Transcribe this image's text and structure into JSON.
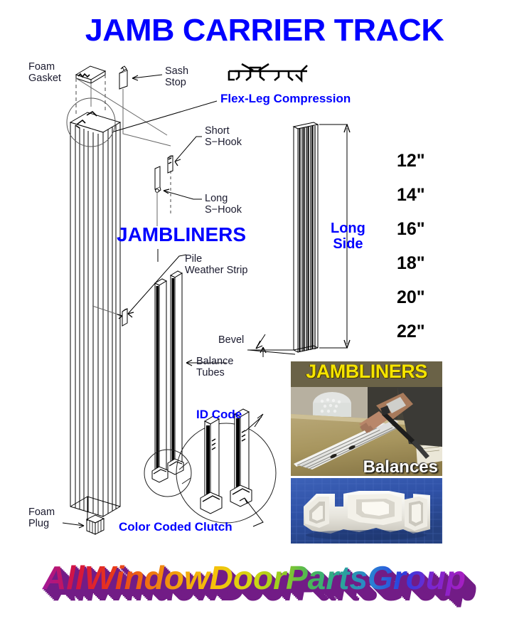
{
  "page": {
    "title": "JAMB CARRIER TRACK",
    "bg_color": "#ffffff",
    "accent_blue": "#0000ff"
  },
  "diagram": {
    "section_heading": "JAMBLINERS",
    "labels": {
      "foam_gasket": "Foam\nGasket",
      "sash_stop": "Sash\nStop",
      "flex_leg": "Flex-Leg Compression",
      "short_s_hook": "Short\nS−Hook",
      "long_s_hook": "Long\nS−Hook",
      "pile_weather_strip": "Pile\nWeather Strip",
      "balance_tubes": "Balance\nTubes",
      "bevel": "Bevel",
      "id_code": "ID Code",
      "color_coded_clutch": "Color Coded Clutch",
      "foam_plug": "Foam\nPlug",
      "long_side": "Long\nSide"
    }
  },
  "sizes": {
    "heading": "",
    "values": [
      "12\"",
      "14\"",
      "16\"",
      "18\"",
      "20\"",
      "22\""
    ]
  },
  "photos": {
    "jambliners": {
      "caption_top": "JAMBLINERS",
      "caption_bottom": "Balances"
    },
    "profile": {
      "caption_top": "",
      "caption_bottom": ""
    }
  },
  "logo": {
    "text": "AllWindowDoorPartsGroup",
    "parts": [
      {
        "t": "All",
        "c": "#a0189c"
      },
      {
        "t": "W",
        "c": "#d5133f"
      },
      {
        "t": "in",
        "c": "#e8341c"
      },
      {
        "t": "d",
        "c": "#ef6b12"
      },
      {
        "t": "o",
        "c": "#f08a10"
      },
      {
        "t": "w",
        "c": "#f2a70c"
      },
      {
        "t": "D",
        "c": "#f5c20a"
      },
      {
        "t": "o",
        "c": "#e9d40c"
      },
      {
        "t": "o",
        "c": "#cdd614"
      },
      {
        "t": "r",
        "c": "#9ccf1e"
      },
      {
        "t": "P",
        "c": "#57b94a"
      },
      {
        "t": "ar",
        "c": "#2fae72"
      },
      {
        "t": "t",
        "c": "#27a3a8"
      },
      {
        "t": "s",
        "c": "#2a7fd4"
      },
      {
        "t": "G",
        "c": "#2a3fe0"
      },
      {
        "t": "r",
        "c": "#5a2fd8"
      },
      {
        "t": "ou",
        "c": "#8a22cc"
      },
      {
        "t": "p",
        "c": "#a81ec0"
      }
    ],
    "shadow_color": "#6b1080"
  }
}
